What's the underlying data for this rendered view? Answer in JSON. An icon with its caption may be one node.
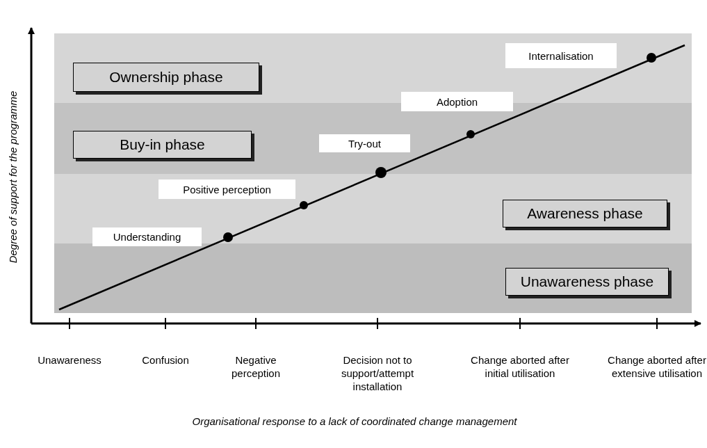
{
  "diagram": {
    "nodes": [
      {
        "text": [
          "Internalisation"
        ]
      },
      {
        "text": [
          "Ownership phase"
        ]
      },
      {
        "text": [
          "Adoption"
        ]
      },
      {
        "text": [
          "Buy-in phase"
        ]
      },
      {
        "text": [
          "Try-out"
        ]
      },
      {
        "text": [
          "Positive perception"
        ]
      },
      {
        "text": [
          "Awareness phase"
        ]
      },
      {
        "text": [
          "Understanding"
        ]
      },
      {
        "text": [
          "Unawareness phase"
        ]
      }
    ],
    "labels": [
      "Degree of support for the programme",
      "Unawareness",
      "Confusion",
      "Negative perception",
      "Decision not to support/attempt installation",
      "Change aborted after initial utilisation",
      "Change aborted after extensive utilisation",
      "Organisational response to a lack of coordinated change management"
    ]
  }
}
